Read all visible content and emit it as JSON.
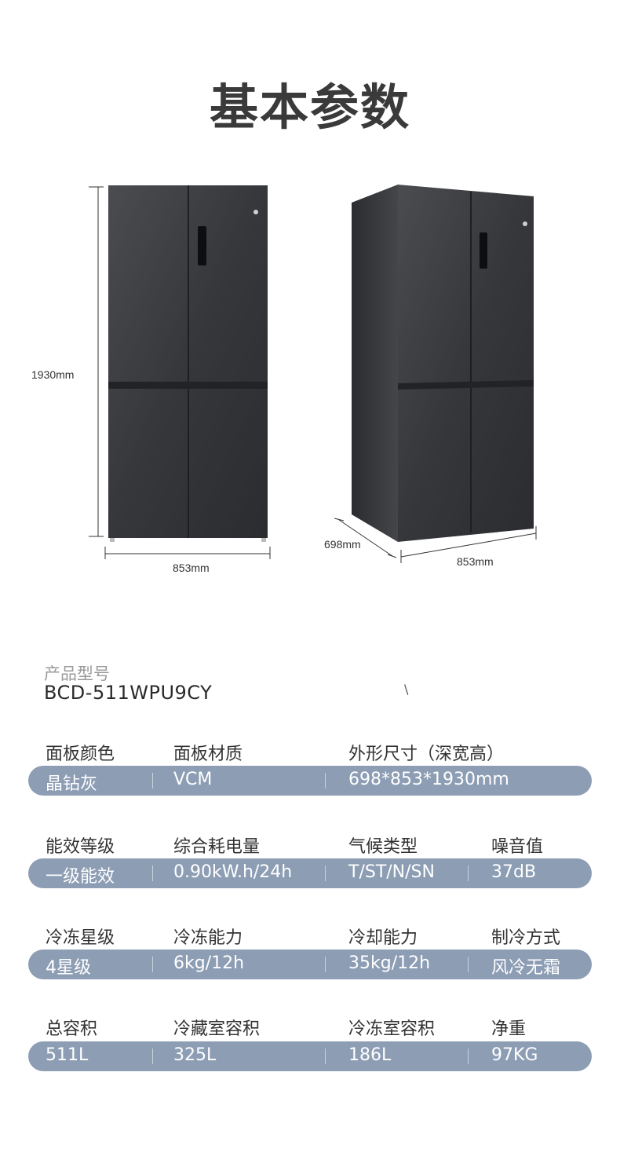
{
  "title": "基本参数",
  "dimensions": {
    "front_height": "1930mm",
    "front_width": "853mm",
    "side_depth": "698mm",
    "side_width": "853mm"
  },
  "model": {
    "label": "产品型号",
    "value": "BCD-511WPU9CY",
    "stray_mark": "\\"
  },
  "spec_rows": [
    {
      "labels": [
        "面板颜色",
        "面板材质",
        "外形尺寸（深宽高）"
      ],
      "values": [
        "晶钻灰",
        "VCM",
        "698*853*1930mm"
      ]
    },
    {
      "labels": [
        "能效等级",
        "综合耗电量",
        "气候类型",
        "噪音值"
      ],
      "values": [
        "一级能效",
        "0.90kW.h/24h",
        "T/ST/N/SN",
        "37dB"
      ]
    },
    {
      "labels": [
        "冷冻星级",
        "冷冻能力",
        "冷却能力",
        "制冷方式"
      ],
      "values": [
        "4星级",
        "6kg/12h",
        "35kg/12h",
        "风冷无霜"
      ]
    },
    {
      "labels": [
        "总容积",
        "冷藏室容积",
        "冷冻室容积",
        "净重"
      ],
      "values": [
        "511L",
        "325L",
        "186L",
        "97KG"
      ]
    }
  ],
  "colors": {
    "bar": "#8c9db4",
    "fridge": "#3a3c40",
    "title": "#3a3a3a"
  }
}
